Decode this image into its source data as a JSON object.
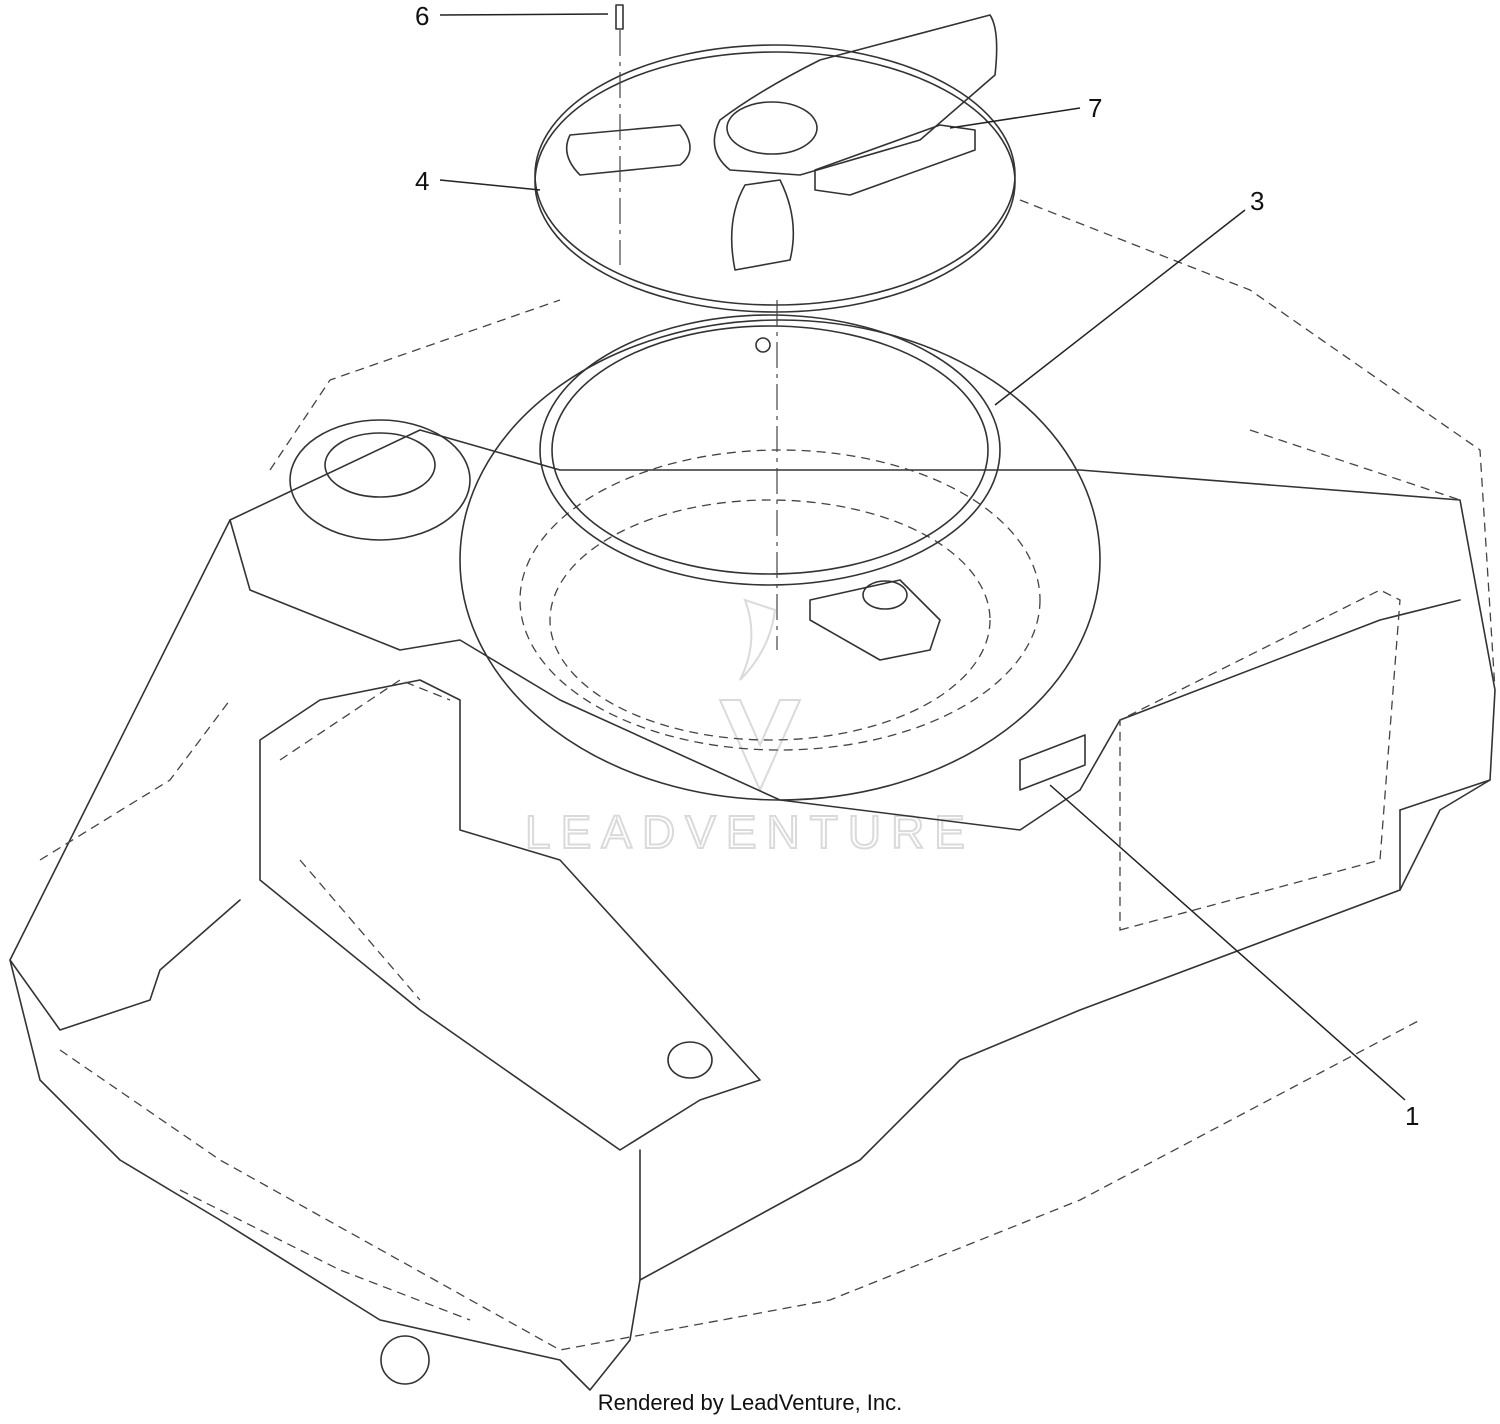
{
  "callouts": [
    {
      "id": "6",
      "label": "6"
    },
    {
      "id": "7",
      "label": "7"
    },
    {
      "id": "4",
      "label": "4"
    },
    {
      "id": "3",
      "label": "3"
    },
    {
      "id": "1",
      "label": "1"
    }
  ],
  "watermark": "LEADVENTURE",
  "footer": "Rendered by LeadVenture, Inc.",
  "colors": {
    "line": "#333333",
    "watermark": "#dadada",
    "background": "#ffffff"
  }
}
